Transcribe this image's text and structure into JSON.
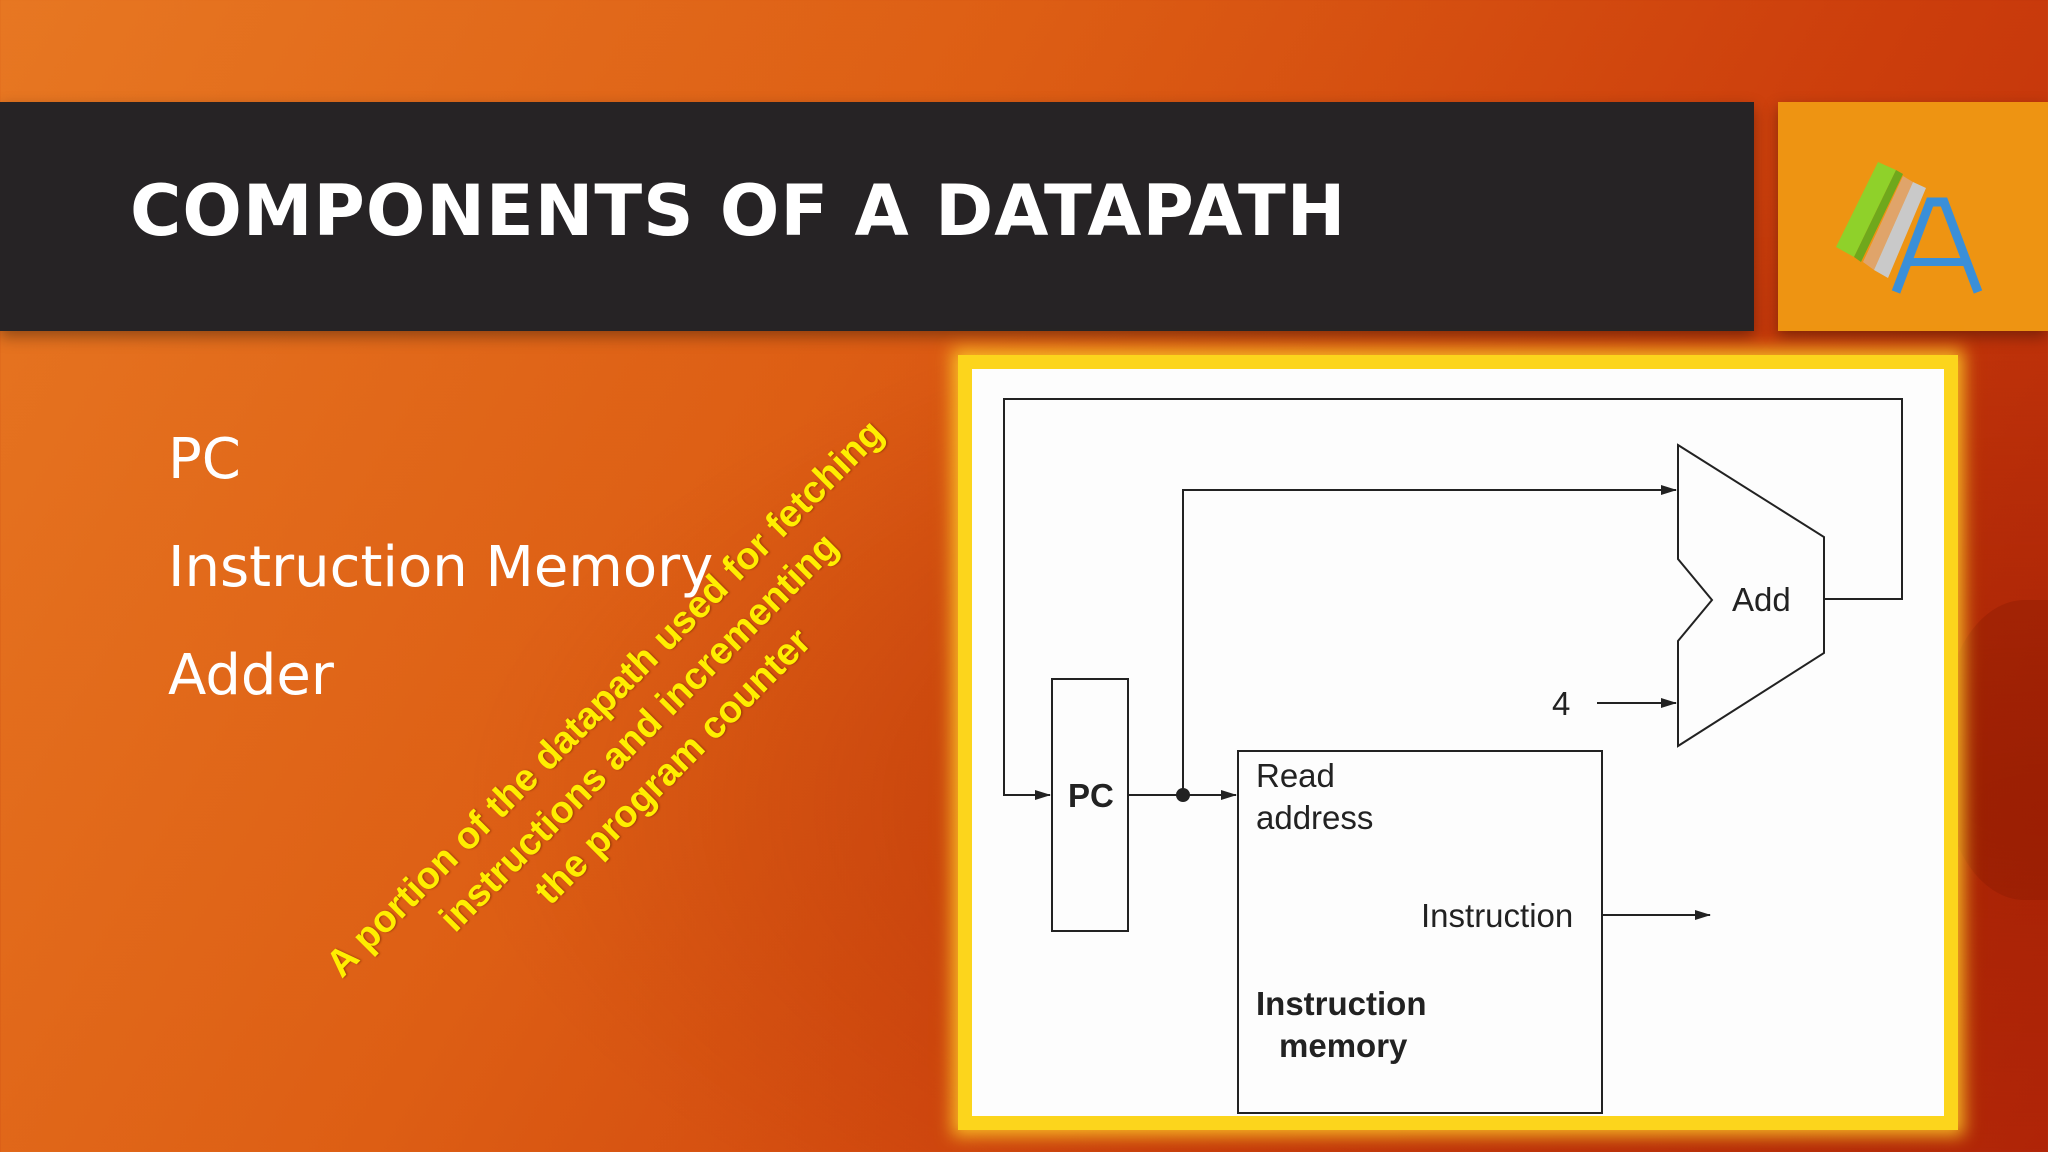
{
  "slide": {
    "title": "COMPONENTS OF A DATAPATH",
    "bullets": [
      "PC",
      "Instruction Memory",
      "Adder"
    ],
    "caption_lines": [
      "A portion of the datapath used for fetching",
      "instructions and incrementing",
      "the program counter"
    ]
  },
  "diagram": {
    "pc_label": "PC",
    "add_label": "Add",
    "const_four": "4",
    "read_address_line1": "Read",
    "read_address_line2": "address",
    "instruction_out": "Instruction",
    "memory_label_line1": "Instruction",
    "memory_label_line2": "memory"
  },
  "colors": {
    "background_orange": "#dd5e14",
    "title_bar": "#262325",
    "logo_box": "#ee9412",
    "frame_yellow": "#fcd51c",
    "caption_yellow": "#ffee00"
  },
  "icons": {
    "logo": "book-letter-a-logo-icon"
  }
}
